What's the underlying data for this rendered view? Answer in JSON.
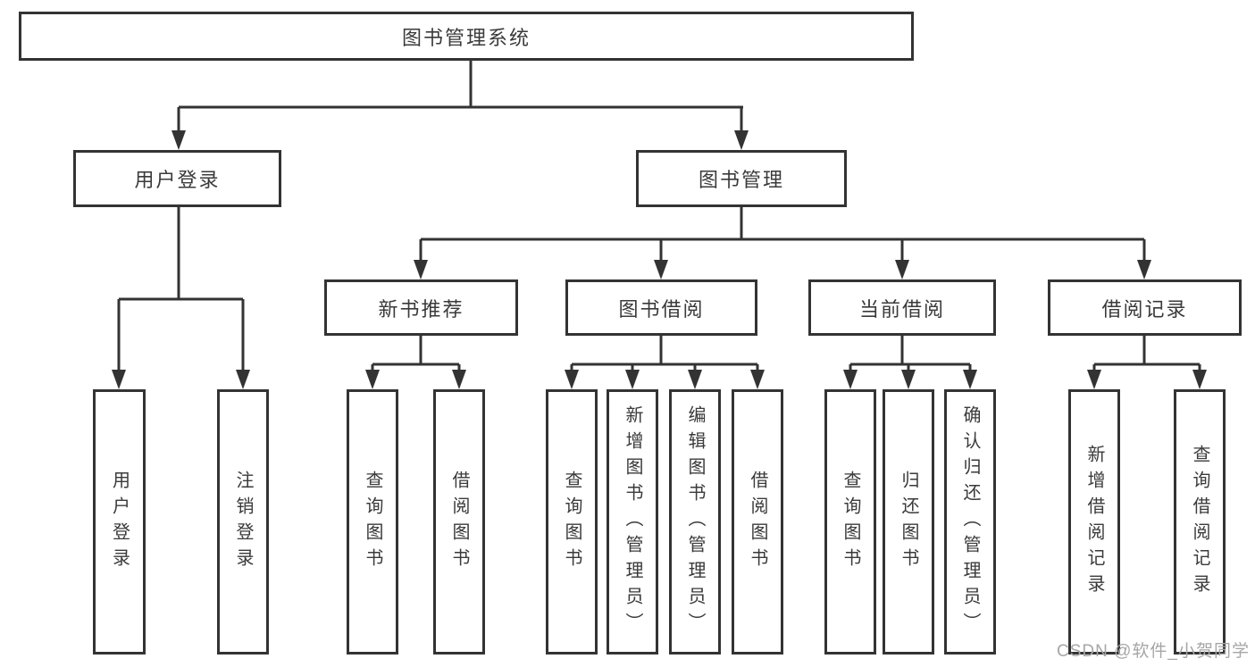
{
  "colors": {
    "line": "#333333",
    "box_border": "#333333",
    "box_bg": "#ffffff",
    "text": "#3a3a3a",
    "watermark": "#a6a6a6"
  },
  "root": {
    "label": "图书管理系统"
  },
  "tree": [
    {
      "label": "用户登录",
      "children": [
        {
          "label": "用户登录"
        },
        {
          "label": "注销登录"
        }
      ]
    },
    {
      "label": "图书管理",
      "children": [
        {
          "label": "新书推荐",
          "children": [
            {
              "label": "查询图书"
            },
            {
              "label": "借阅图书"
            }
          ]
        },
        {
          "label": "图书借阅",
          "children": [
            {
              "label": "查询图书"
            },
            {
              "label": "新增图书（管理员）"
            },
            {
              "label": "编辑图书（管理员）"
            },
            {
              "label": "借阅图书"
            }
          ]
        },
        {
          "label": "当前借阅",
          "children": [
            {
              "label": "查询图书"
            },
            {
              "label": "归还图书"
            },
            {
              "label": "确认归还（管理员）"
            }
          ]
        },
        {
          "label": "借阅记录",
          "children": [
            {
              "label": "新增借阅记录"
            },
            {
              "label": "查询借阅记录"
            }
          ]
        }
      ]
    }
  ],
  "watermark": {
    "text": "CSDN @软件_小贺同学"
  }
}
